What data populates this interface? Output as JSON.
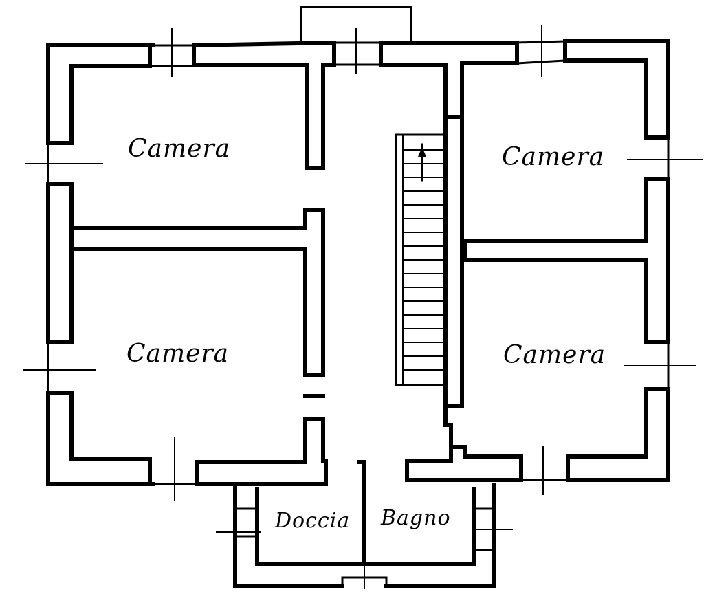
{
  "rooms": {
    "camera_top_left": "Camera",
    "camera_bottom_left": "Camera",
    "camera_top_right": "Camera",
    "camera_bottom_right": "Camera",
    "doccia": "Doccia",
    "bagno": "Bagno"
  },
  "colors": {
    "ink": "#000000",
    "paper": "#ffffff"
  }
}
